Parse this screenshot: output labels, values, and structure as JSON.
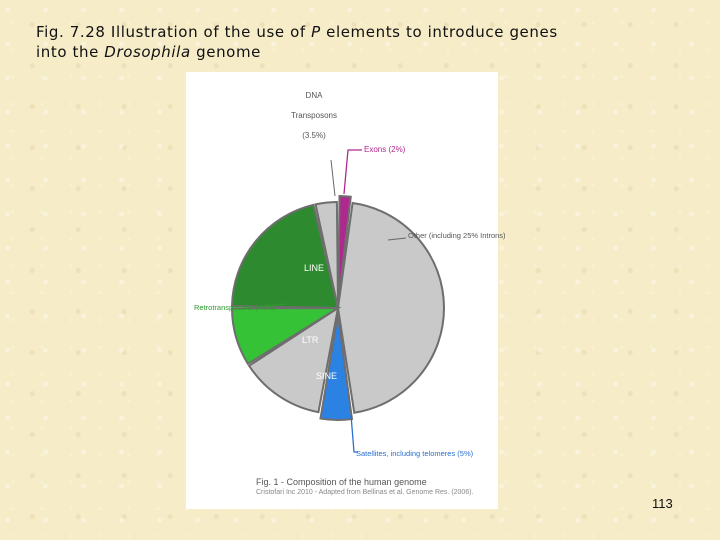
{
  "slide": {
    "title_prefix": "Fig. 7.28  Illustration of the use of ",
    "title_italic1": "P",
    "title_mid": " elements to introduce genes",
    "title_line2_prefix": "into the ",
    "title_italic2": "Drosophila",
    "title_line2_suffix": " genome",
    "page_number": "113"
  },
  "figure": {
    "caption_title": "Fig. 1 - Composition of the human genome",
    "caption_source": "Cristofari Inc 2010 - Adapted from Bellinas et al. Genome Res. (2006)."
  },
  "chart_data": {
    "type": "pie",
    "title": "Composition of the human genome",
    "slices": [
      {
        "label": "Exons (2%)",
        "value": 2,
        "color": "#b0278f"
      },
      {
        "label": "Other (including 25% Introns)",
        "value": 45,
        "color": "#c9c9c9"
      },
      {
        "label": "Satellites, including telomeres (5%)",
        "value": 5,
        "color": "#2b82e3"
      },
      {
        "label": "SINE",
        "value": 13,
        "color": "#c9c9c9",
        "group": "Retrotransposons (46%)"
      },
      {
        "label": "LTR",
        "value": 9,
        "color": "#36c236",
        "group": "Retrotransposons (46%)"
      },
      {
        "label": "LINE",
        "value": 21,
        "color": "#2e8a2e",
        "group": "Retrotransposons (46%)"
      },
      {
        "label": "DNA Transposons (3.5%)",
        "value": 3.5,
        "color": "#c9c9c9"
      }
    ],
    "group_labels": {
      "retrotransposons": "Retrotransposons (46%)"
    },
    "external_labels": {
      "exons": "Exons (2%)",
      "other": "Other (including 25% Introns)",
      "satellites": "Satellites, including telomeres (5%)",
      "dna_transposons": [
        "DNA",
        "Transposons",
        "(3.5%)"
      ]
    },
    "internal_labels": {
      "line": "LINE",
      "ltr": "LTR",
      "sine": "SINE"
    },
    "colors": {
      "accent_exons": "#b0278f",
      "accent_retro": "#2e9a2e",
      "accent_sat": "#2b6fd0"
    }
  }
}
